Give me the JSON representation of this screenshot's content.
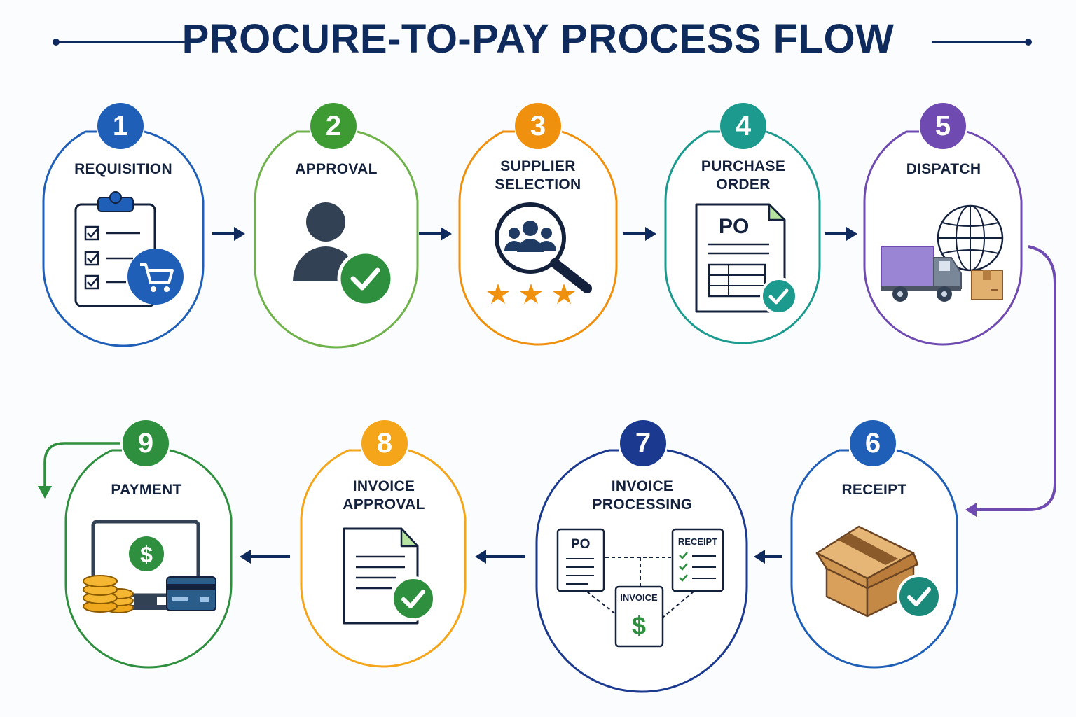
{
  "title": "PROCURE-TO-PAY PROCESS FLOW",
  "steps": [
    {
      "number": "1",
      "label_line1": "REQUISITION",
      "label_line2": "",
      "color": "#1f5fb8"
    },
    {
      "number": "2",
      "label_line1": "APPROVAL",
      "label_line2": "",
      "color": "#3e9b34"
    },
    {
      "number": "3",
      "label_line1": "SUPPLIER",
      "label_line2": "SELECTION",
      "color": "#f0900f"
    },
    {
      "number": "4",
      "label_line1": "PURCHASE",
      "label_line2": "ORDER",
      "color": "#1c9a8e"
    },
    {
      "number": "5",
      "label_line1": "DISPATCH",
      "label_line2": "",
      "color": "#6f4ab0"
    },
    {
      "number": "6",
      "label_line1": "RECEIPT",
      "label_line2": "",
      "color": "#1f5fb8"
    },
    {
      "number": "7",
      "label_line1": "INVOICE",
      "label_line2": "PROCESSING",
      "color": "#1b3a8f"
    },
    {
      "number": "8",
      "label_line1": "INVOICE",
      "label_line2": "APPROVAL",
      "color": "#f4a519"
    },
    {
      "number": "9",
      "label_line1": "PAYMENT",
      "label_line2": "",
      "color": "#2e8f3e"
    }
  ],
  "icon_text": {
    "po": "PO",
    "receipt": "RECEIPT",
    "invoice": "INVOICE",
    "dollar": "$"
  },
  "icons": [
    "clipboard-cart-icon",
    "user-check-icon",
    "search-people-stars-icon",
    "po-document-icon",
    "truck-globe-icon",
    "box-check-icon",
    "invoice-matching-icon",
    "document-check-icon",
    "payment-monitor-coins-card-icon"
  ],
  "colors": {
    "title": "#0f2a5c",
    "arrow": "#0f2a5c",
    "connector": "#6f4ab0",
    "return_arrow": "#2e8f3e"
  }
}
